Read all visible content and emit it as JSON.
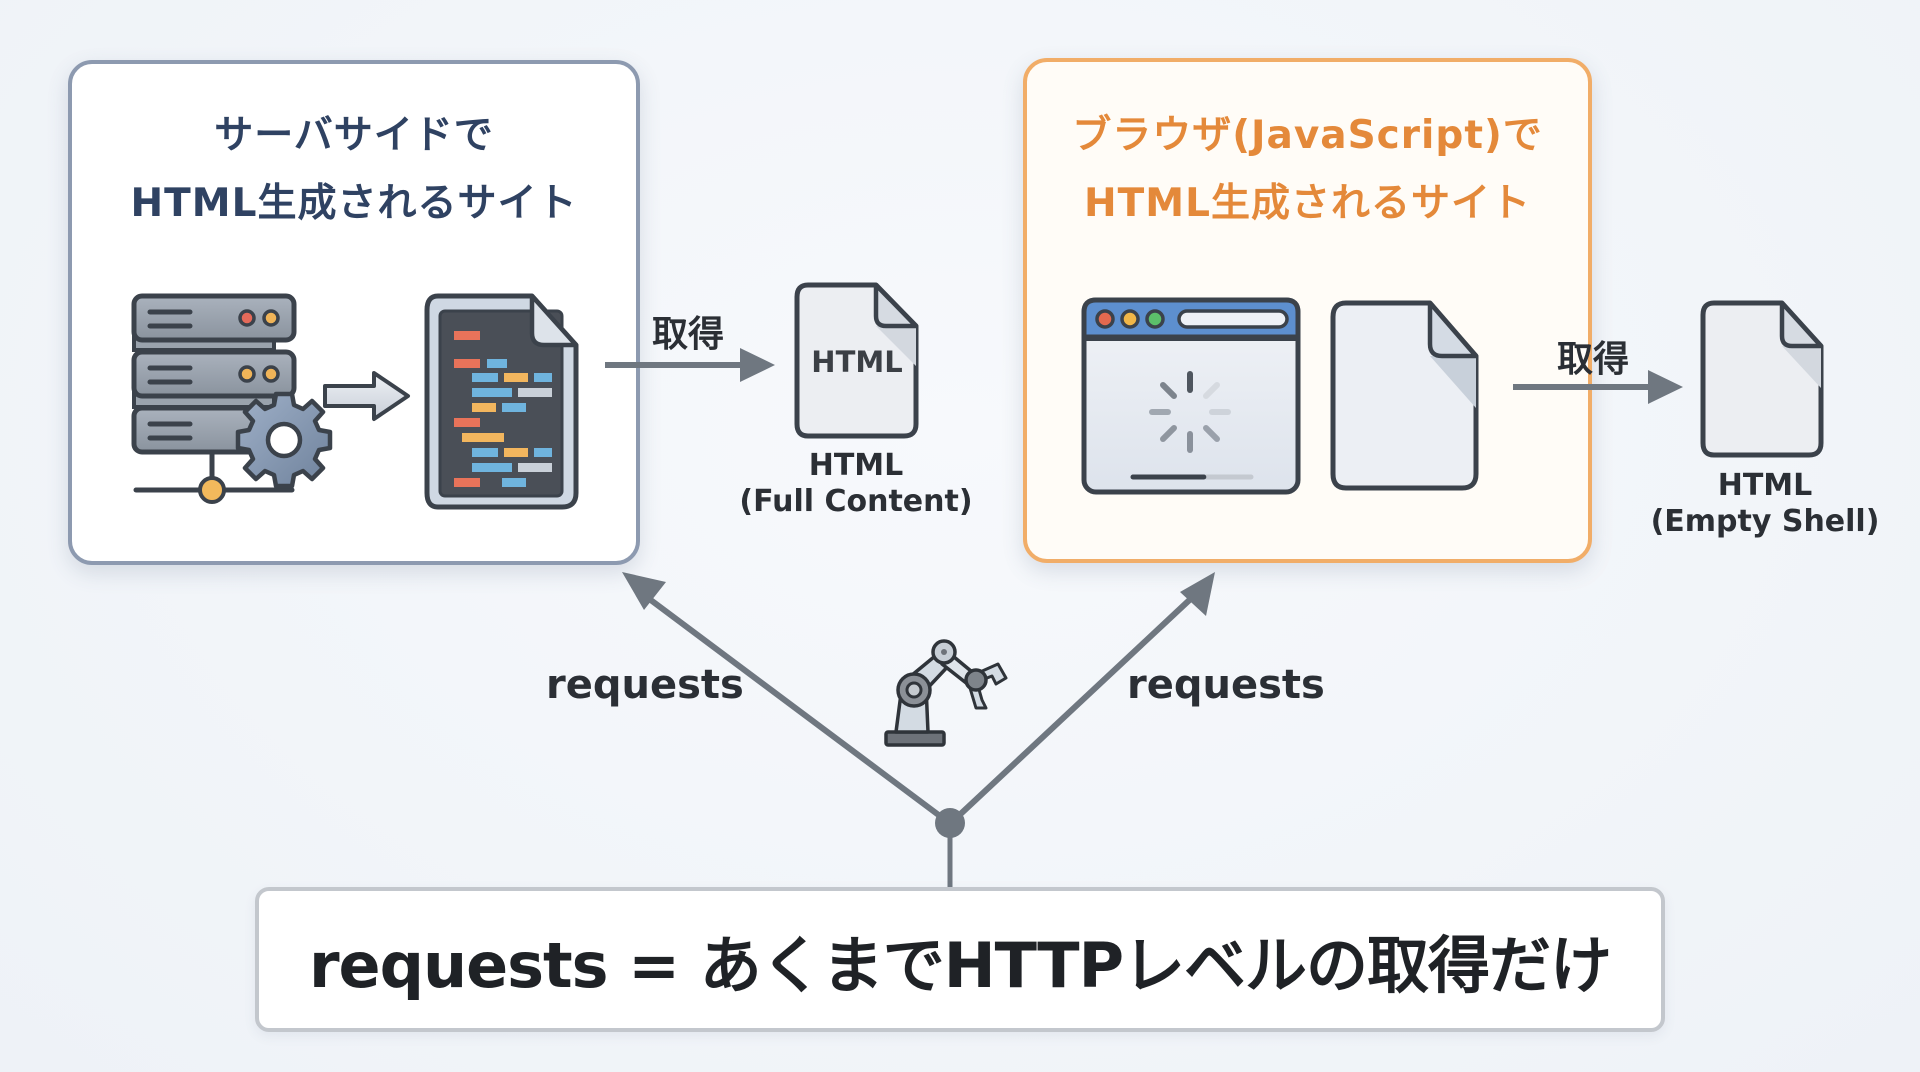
{
  "diagram": {
    "server_side_panel": {
      "title_line1": "サーバサイドで",
      "title_line2": "HTML生成されるサイト",
      "accent_color": "#8d9ab0",
      "title_color": "#2f4262",
      "icons": [
        "server-rack-icon",
        "gear-icon",
        "arrow-right-icon",
        "code-file-icon"
      ]
    },
    "browser_side_panel": {
      "title_line1": "ブラウザ(JavaScript)で",
      "title_line2": "HTML生成されるサイト",
      "accent_color": "#f1ad68",
      "title_color": "#e4893a",
      "icons": [
        "browser-window-icon",
        "loading-spinner-icon",
        "blank-file-icon"
      ],
      "loading_progress": 0.6
    },
    "fetch_left": {
      "label": "取得",
      "file_text": "HTML",
      "caption_line1": "HTML",
      "caption_line2": "(Full Content)"
    },
    "fetch_right": {
      "label": "取得",
      "caption_line1": "HTML",
      "caption_line2": "(Empty Shell)"
    },
    "requests_left_label": "requests",
    "requests_right_label": "requests",
    "center_icon": "robot-arm-icon",
    "summary": "requests = あくまでHTTPレベルの取得だけ",
    "line_color": "#6f7780"
  }
}
